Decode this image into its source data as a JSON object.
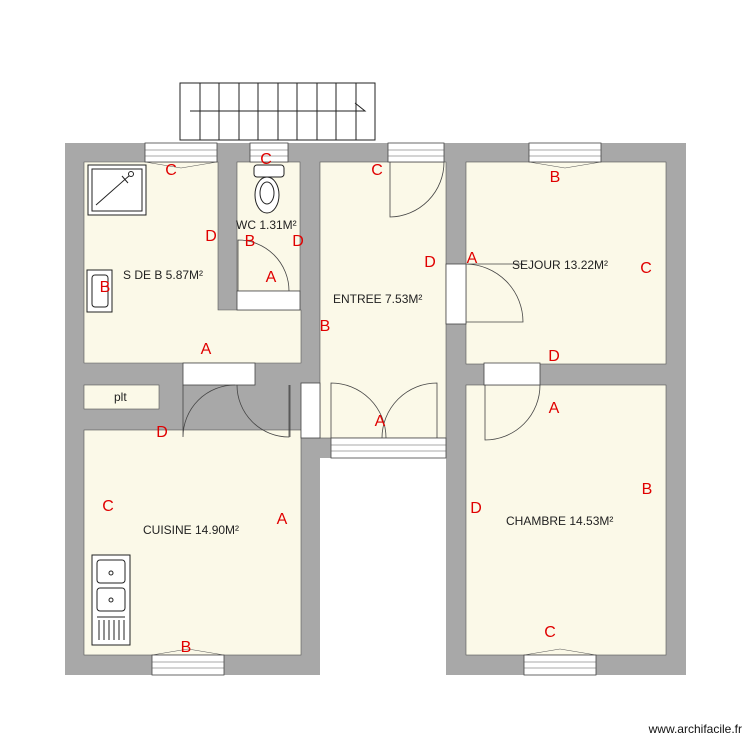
{
  "rooms": {
    "sdb": {
      "label": "S DE B 5.87M²"
    },
    "wc": {
      "label": "WC 1.31M²"
    },
    "entree": {
      "label": "ENTREE 7.53M²"
    },
    "sejour": {
      "label": "SEJOUR 13.22M²"
    },
    "cuisine": {
      "label": "CUISINE 14.90M²"
    },
    "chambre": {
      "label": "CHAMBRE 14.53M²"
    },
    "plt": {
      "label": "plt"
    }
  },
  "wall_letters": {
    "sdb_c": "C",
    "sdb_d": "D",
    "sdb_b": "B",
    "sdb_a": "A",
    "wc_c": "C",
    "wc_b": "B",
    "wc_d": "D",
    "wc_a": "A",
    "entree_c": "C",
    "entree_d": "D",
    "entree_b": "B",
    "entree_a": "A",
    "sejour_a": "A",
    "sejour_b": "B",
    "sejour_c": "C",
    "sejour_d": "D",
    "cuisine_d": "D",
    "cuisine_c": "C",
    "cuisine_a": "A",
    "cuisine_b": "B",
    "chambre_a": "A",
    "chambre_b": "B",
    "chambre_d": "D",
    "chambre_c": "C"
  },
  "credit": "www.archifacile.fr",
  "colors": {
    "wall": "#a8a8a8",
    "floor": "#fbf9e8",
    "letter": "#e00000",
    "line": "#333333"
  }
}
